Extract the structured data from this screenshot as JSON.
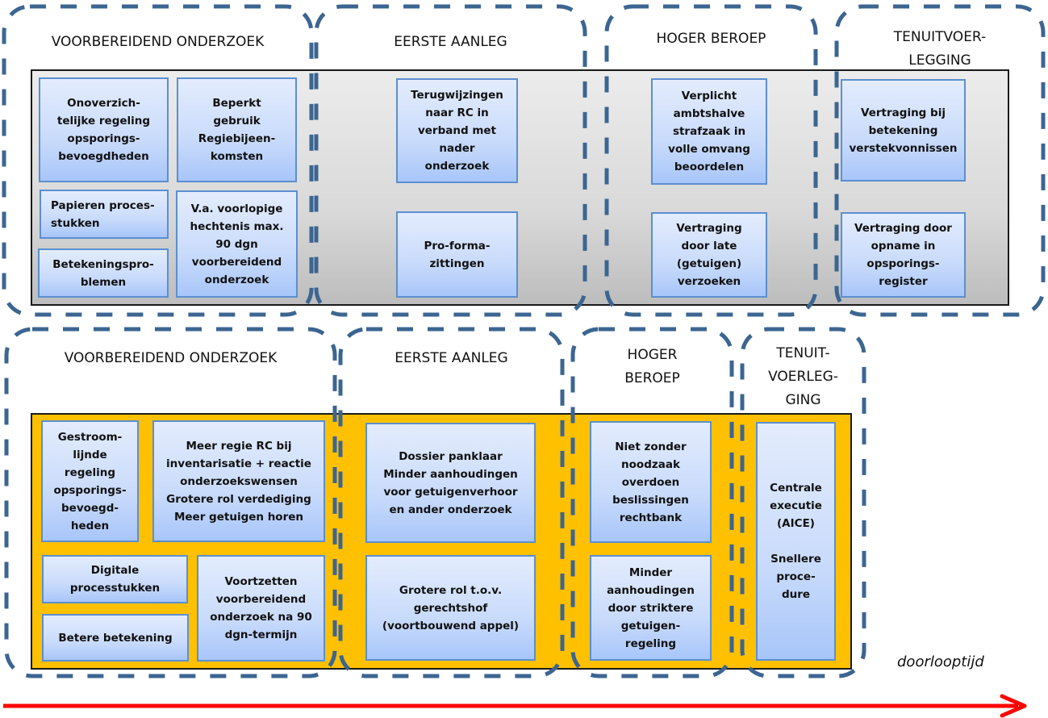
{
  "colors": {
    "dash_border": "#3c6591",
    "gray_panel": "#d9d9d9",
    "orange_panel": "#ffc000",
    "box_border": "#5b8fd0",
    "box_fill_top": "#e3ecfd",
    "box_fill_bottom": "#a8c6fa",
    "arrow": "#ff0000"
  },
  "current_situation": {
    "phases": [
      {
        "title": "VOORBEREIDEND ONDERZOEK"
      },
      {
        "title": "EERSTE AANLEG"
      },
      {
        "title": "HOGER BEROEP"
      },
      {
        "title": "TENUITVOER-\nLEGGING"
      }
    ],
    "boxes": [
      {
        "phase": "VOORBEREIDEND ONDERZOEK",
        "text": "Onoverzich-\ntelijke regeling\nopsporings-\nbevoegdheden"
      },
      {
        "phase": "VOORBEREIDEND ONDERZOEK",
        "text": "Beperkt\ngebruik\nRegiebijeen-\nkomsten"
      },
      {
        "phase": "VOORBEREIDEND ONDERZOEK",
        "text": "Papieren proces-\nstukken"
      },
      {
        "phase": "VOORBEREIDEND ONDERZOEK",
        "text": "V.a. voorlopige\nhechtenis max.\n90 dgn\nvoorbereidend\nonderzoek"
      },
      {
        "phase": "VOORBEREIDEND ONDERZOEK",
        "text": "Betekeningspro-\nblemen"
      },
      {
        "phase": "EERSTE AANLEG",
        "text": "Terugwijzingen\nnaar RC in\nverband met\nnader\nonderzoek"
      },
      {
        "phase": "EERSTE AANLEG",
        "text": "Pro-forma-\nzittingen"
      },
      {
        "phase": "HOGER BEROEP",
        "text": "Verplicht\nambtshalve\nstrafzaak in\nvolle omvang\nbeoordelen"
      },
      {
        "phase": "HOGER BEROEP",
        "text": "Vertraging\ndoor late\n(getuigen)\nverzoeken"
      },
      {
        "phase": "TENUITVOERLEGGING",
        "text": "Vertraging bij\nbetekening\nverstekvonnissen"
      },
      {
        "phase": "TENUITVOERLEGGING",
        "text": "Vertraging door\nopname in\nopsporings-\nregister"
      }
    ]
  },
  "new_situation": {
    "phases": [
      {
        "title": "VOORBEREIDEND ONDERZOEK"
      },
      {
        "title": "EERSTE AANLEG"
      },
      {
        "title": "HOGER\nBEROEP"
      },
      {
        "title": "TENUIT-\nVOERLEG-\nGING"
      }
    ],
    "boxes": [
      {
        "phase": "VOORBEREIDEND ONDERZOEK",
        "text": "Gestroom-\nlijnde\nregeling\nopsporings-\nbevoegd-\nheden"
      },
      {
        "phase": "VOORBEREIDEND ONDERZOEK",
        "text": "Meer regie RC bij\ninventarisatie + reactie\nonderzoekswensen\nGrotere rol verdediging\nMeer getuigen horen"
      },
      {
        "phase": "VOORBEREIDEND ONDERZOEK",
        "text": "Digitale\nprocesstukken"
      },
      {
        "phase": "VOORBEREIDEND ONDERZOEK",
        "text": "Betere betekening"
      },
      {
        "phase": "VOORBEREIDEND ONDERZOEK",
        "text": "Voortzetten\nvoorbereidend\nonderzoek na 90\ndgn-termijn"
      },
      {
        "phase": "EERSTE AANLEG",
        "text": "Dossier panklaar\nMinder aanhoudingen\nvoor getuigenverhoor\nen ander onderzoek"
      },
      {
        "phase": "EERSTE AANLEG",
        "text": "Grotere rol t.o.v.\ngerechtshof\n(voortbouwend appel)"
      },
      {
        "phase": "HOGER BEROEP",
        "text": "Niet zonder\nnoodzaak\noverdoen\nbeslissingen\nrechtbank"
      },
      {
        "phase": "HOGER BEROEP",
        "text": "Minder\naanhoudingen\ndoor striktere\ngetuigen-\nregeling"
      },
      {
        "phase": "TENUITVOERLEGGING",
        "text": "Centrale\nexecutie\n(AICE)\n\nSnellere\nproce-\ndure"
      }
    ]
  },
  "timeline": {
    "label": "doorlooptijd"
  }
}
